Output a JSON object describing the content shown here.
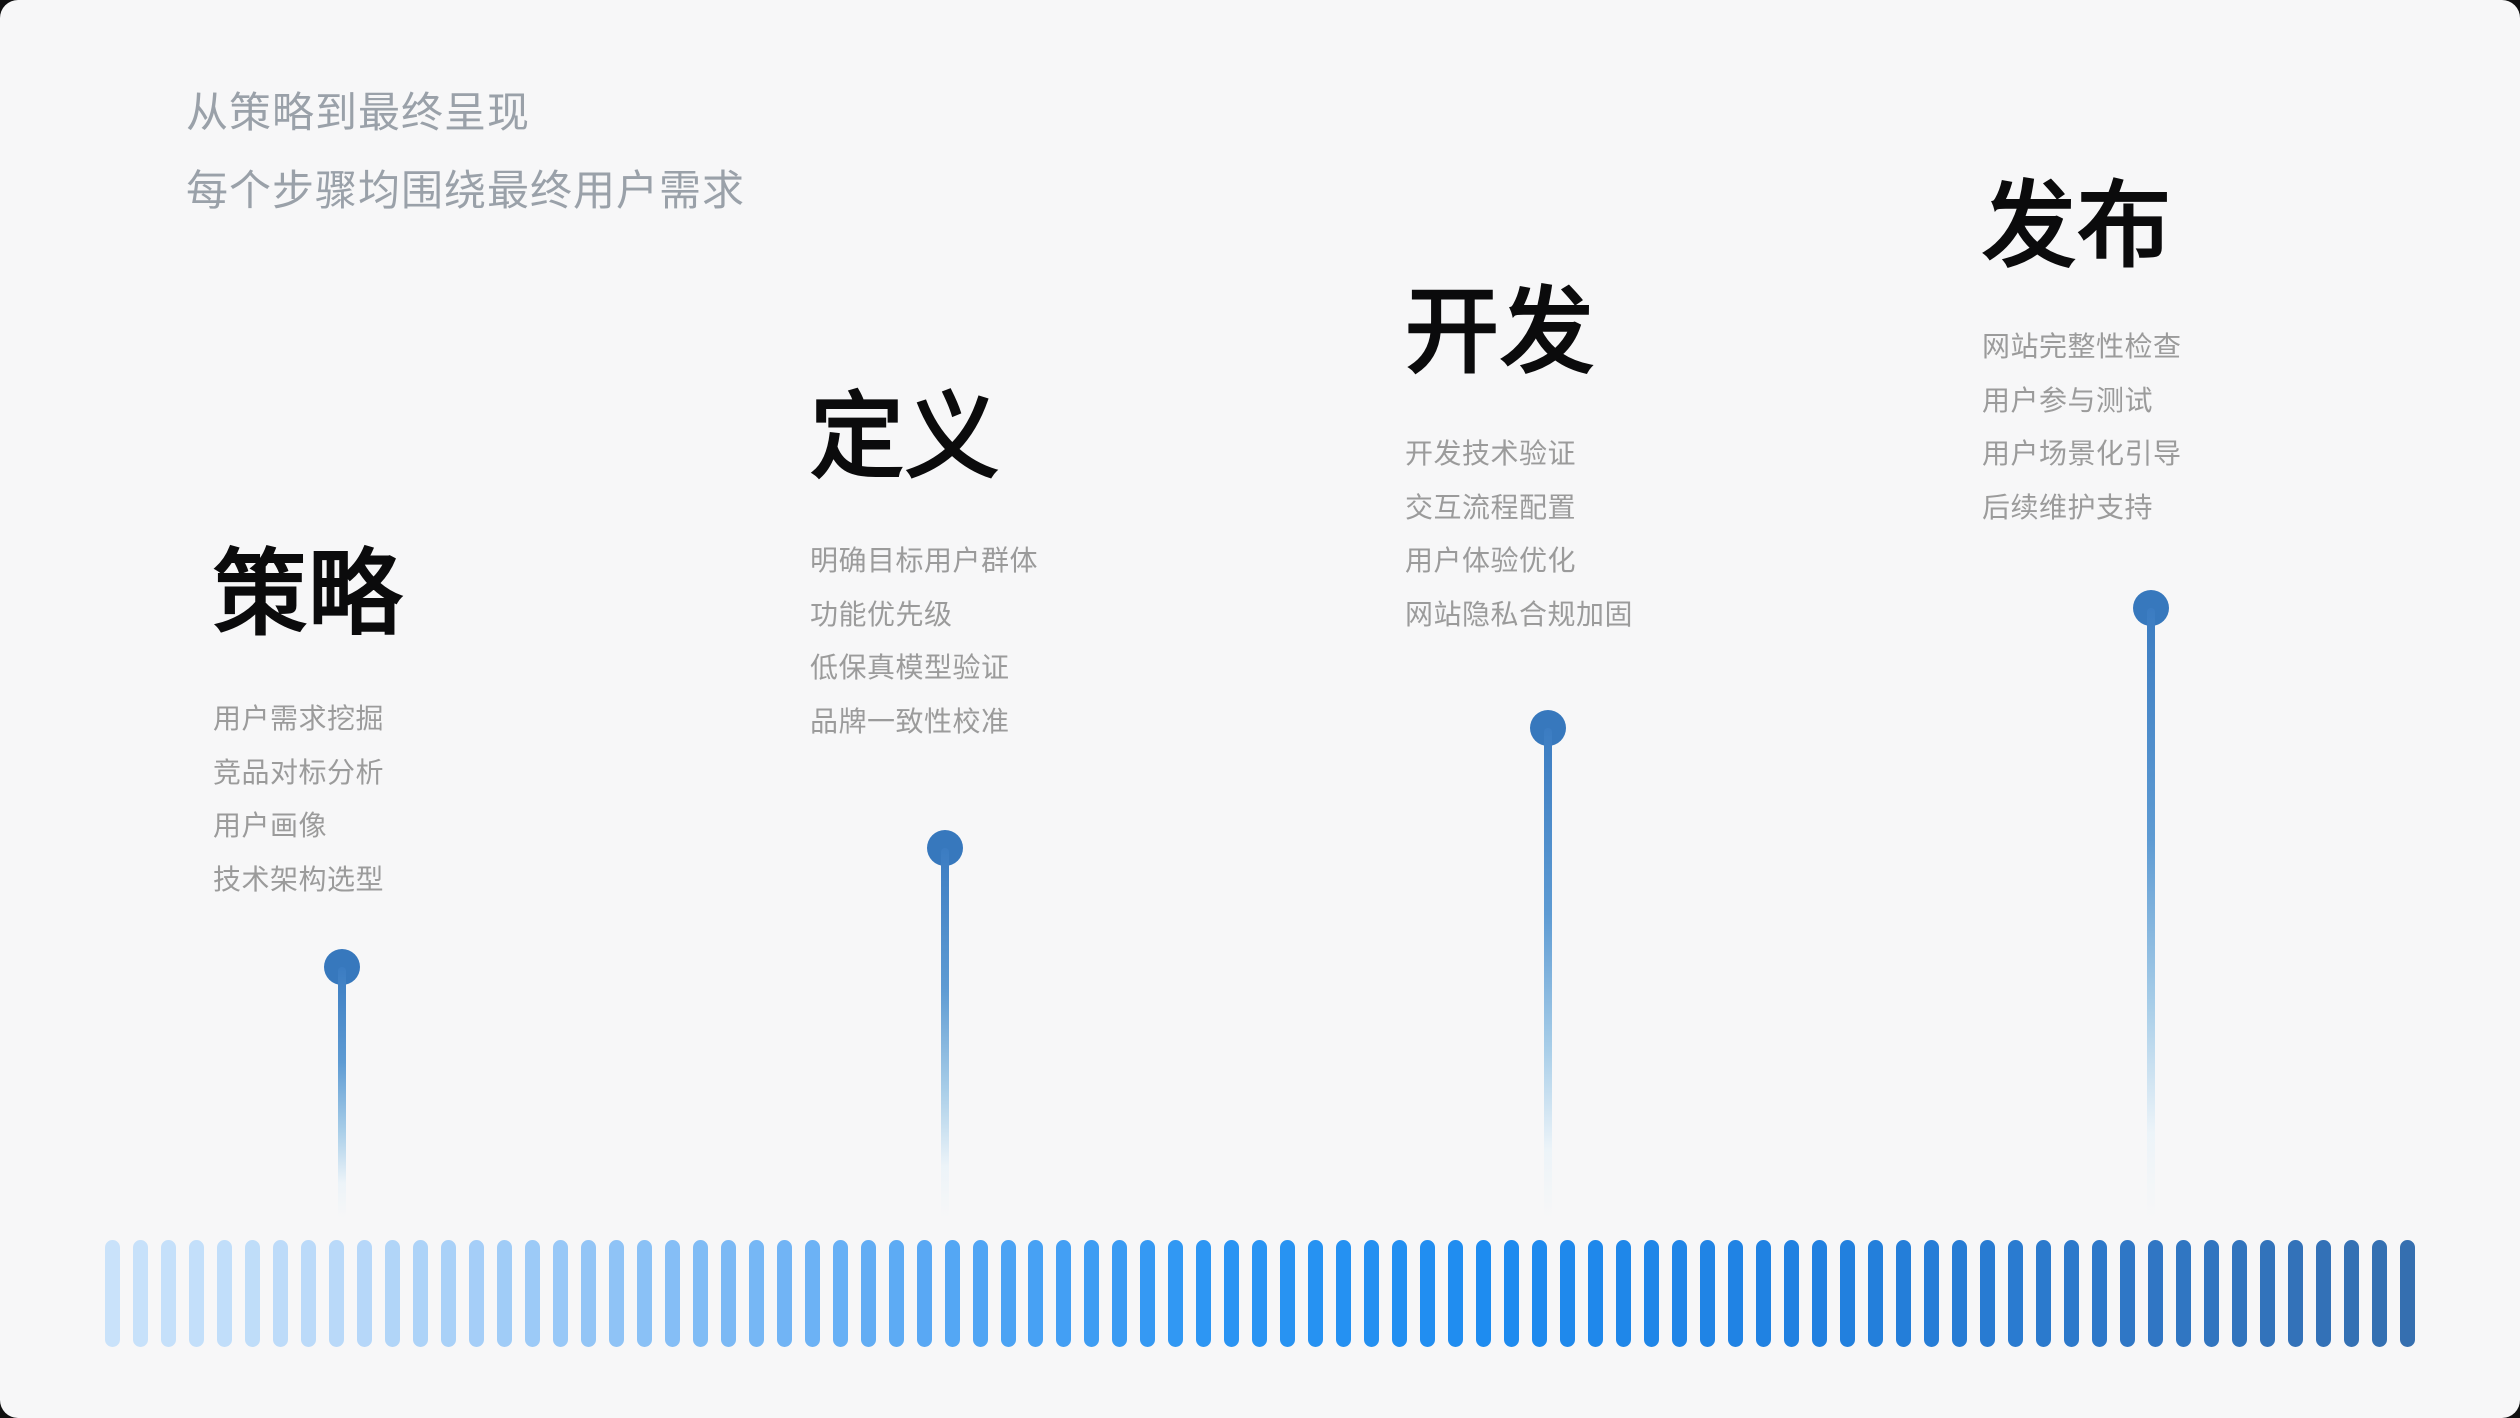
{
  "header": {
    "line1": "从策略到最终呈现",
    "line2": "每个步骤均围绕最终用户需求"
  },
  "sections": [
    {
      "id": "strategy",
      "title": "策略",
      "items": [
        "用户需求挖掘",
        "竞品对标分析",
        "用户画像",
        "技术架构选型"
      ]
    },
    {
      "id": "define",
      "title": "定义",
      "items": [
        "明确目标用户群体",
        "功能优先级",
        "低保真模型验证",
        "品牌一致性校准"
      ]
    },
    {
      "id": "develop",
      "title": "开发",
      "items": [
        "开发技术验证",
        "交互流程配置",
        "用户体验优化",
        "网站隐私合规加固"
      ]
    },
    {
      "id": "launch",
      "title": "发布",
      "items": [
        "网站完整性检查",
        "用户参与测试",
        "用户场景化引导",
        "后续维护支持"
      ]
    }
  ],
  "colors": {
    "background": "#F7F7F8",
    "title": "#0B0B0C",
    "subtitle": "#9AA1A9",
    "item": "#9B9B9B",
    "dot": "#3778BD",
    "bar_left": "#C9E2FA",
    "bar_middle": "#1E8CF0",
    "bar_right": "#356FB0"
  },
  "bar": {
    "stripe_count": 83,
    "color_stops": [
      {
        "t": 0.0,
        "c": "#C9E2FA"
      },
      {
        "t": 0.1,
        "c": "#B9D9F9"
      },
      {
        "t": 0.22,
        "c": "#8FC3F6"
      },
      {
        "t": 0.35,
        "c": "#5AA9F4"
      },
      {
        "t": 0.48,
        "c": "#2B95F3"
      },
      {
        "t": 0.6,
        "c": "#1E8CF0"
      },
      {
        "t": 0.75,
        "c": "#2180DF"
      },
      {
        "t": 0.88,
        "c": "#2F77C6"
      },
      {
        "t": 1.0,
        "c": "#356FB0"
      }
    ]
  }
}
